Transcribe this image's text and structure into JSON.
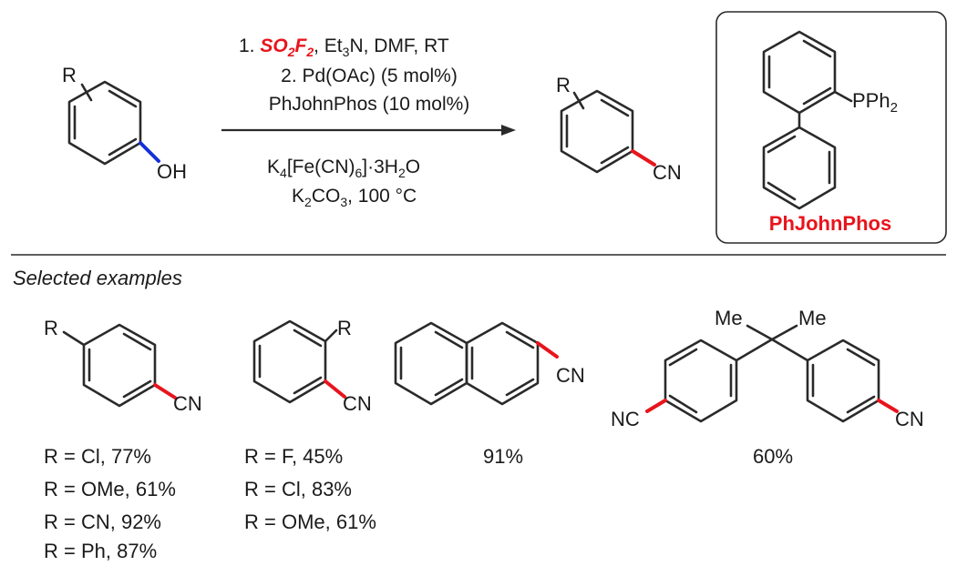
{
  "reaction": {
    "conditions": {
      "line1_prefix": "1. ",
      "line1_reagent_so": "SO",
      "line1_reagent_2a": "2",
      "line1_reagent_f": "F",
      "line1_reagent_2b": "2",
      "line1_rest_a": ", Et",
      "line1_rest_sub": "3",
      "line1_rest_b": "N, DMF,  RT",
      "line2": "2. Pd(OAc) (5 mol%)",
      "line3": "PhJohnPhos (10 mol%)",
      "line4_a": "K",
      "line4_sub1": "4",
      "line4_b": "[Fe(CN)",
      "line4_sub2": "6",
      "line4_c": "]·3H",
      "line4_sub3": "2",
      "line4_d": "O",
      "line5_a": "K",
      "line5_sub": "2",
      "line5_b": "CO",
      "line5_sub2": "3",
      "line5_c": ", 100 °C"
    },
    "reactant_labels": {
      "r": "R",
      "oh": "OH"
    },
    "product_labels": {
      "r": "R",
      "cn": "CN"
    },
    "ligand": {
      "name": "PhJohnPhos",
      "p_label_a": "PPh",
      "p_label_sub": "2"
    }
  },
  "examples": {
    "heading": "Selected examples",
    "para": {
      "r": "R",
      "cn": "CN",
      "yields": [
        "R = Cl, 77%",
        "R = OMe, 61%",
        "R = CN, 92%",
        "R = Ph, 87%"
      ]
    },
    "ortho": {
      "r": "R",
      "cn": "CN",
      "yields": [
        "R = F, 45%",
        "R = Cl, 83%",
        "R = OMe, 61%"
      ]
    },
    "naphthyl": {
      "cn": "CN",
      "yield": "91%"
    },
    "bis": {
      "me1": "Me",
      "me2": "Me",
      "cn_left": "NC",
      "cn_right": "CN",
      "yield": "60%"
    }
  },
  "colors": {
    "highlight_red": "#e8141c",
    "highlight_blue": "#1530d8",
    "ink": "#1a1a1a"
  }
}
